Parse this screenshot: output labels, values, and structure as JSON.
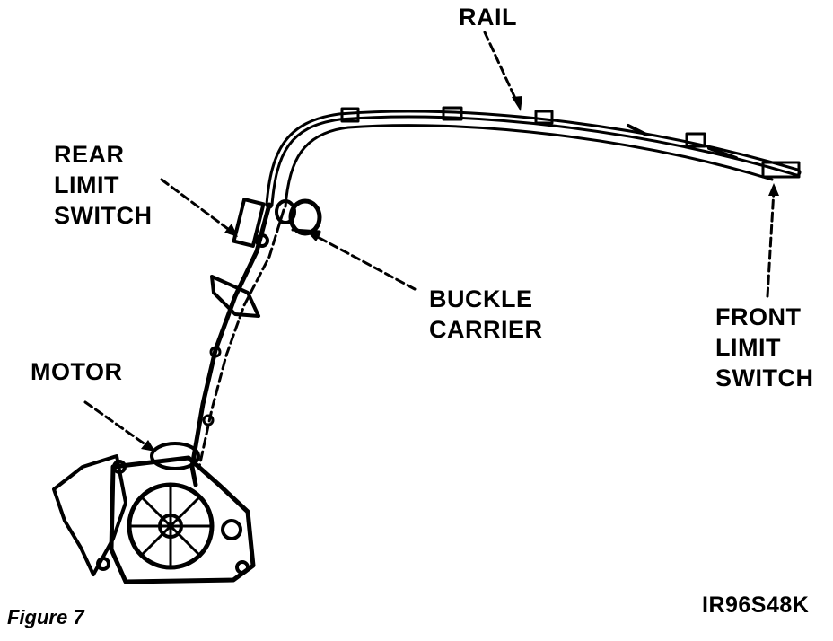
{
  "labels": {
    "rail": [
      "RAIL"
    ],
    "rear_limit_switch": [
      "REAR",
      "LIMIT",
      "SWITCH"
    ],
    "buckle_carrier": [
      "BUCKLE",
      "CARRIER"
    ],
    "front_limit_switch": [
      "FRONT",
      "LIMIT",
      "SWITCH"
    ],
    "motor": [
      "MOTOR"
    ]
  },
  "caption": "Figure 7",
  "figure_code": "IR96S48K"
}
